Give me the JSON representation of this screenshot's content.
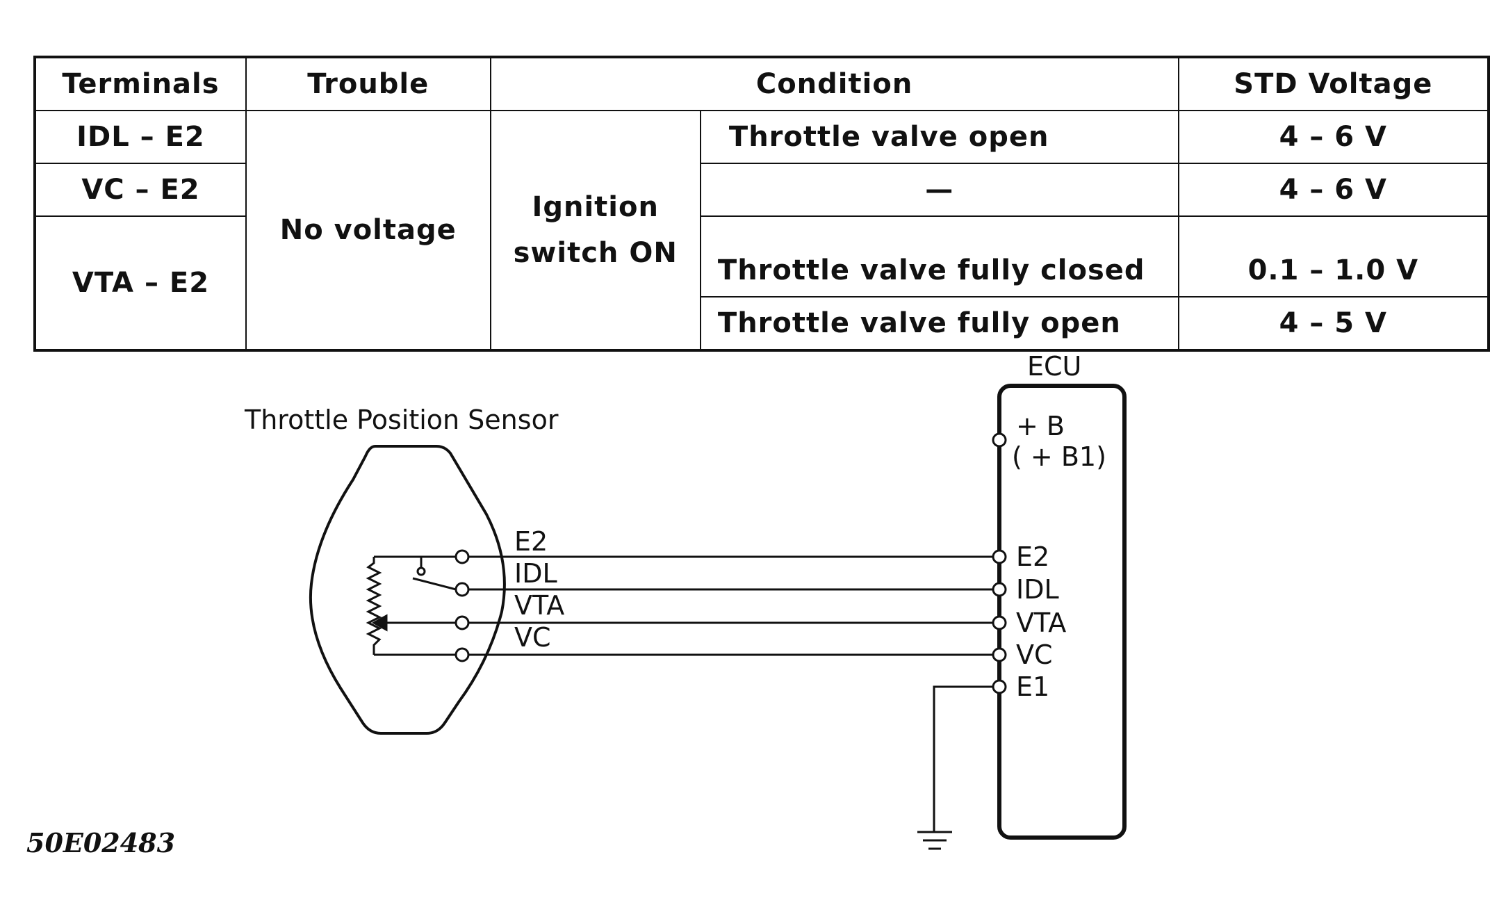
{
  "table": {
    "headers": [
      "Terminals",
      "Trouble",
      "Condition",
      "STD Voltage"
    ],
    "terminals": [
      "IDL – E2",
      "VC – E2",
      "VTA – E2"
    ],
    "trouble": "No voltage",
    "condition_main_line1": "Ignition",
    "condition_main_line2": "switch ON",
    "sub_conditions": [
      "Throttle valve open",
      "—",
      "Throttle valve fully closed",
      "Throttle valve fully open"
    ],
    "voltages": [
      "4 – 6 V",
      "4 – 6 V",
      "0.1 – 1.0 V",
      "4 – 5 V"
    ]
  },
  "diagram": {
    "sensor_title": "Throttle Position Sensor",
    "ecu_title": "ECU",
    "sensor_pins": [
      "E2",
      "IDL",
      "VTA",
      "VC"
    ],
    "ecu_power_line1": "+ B",
    "ecu_power_line2": "( + B1)",
    "ecu_pins": [
      "E2",
      "IDL",
      "VTA",
      "VC",
      "E1"
    ]
  },
  "figure_code": "50E02483"
}
